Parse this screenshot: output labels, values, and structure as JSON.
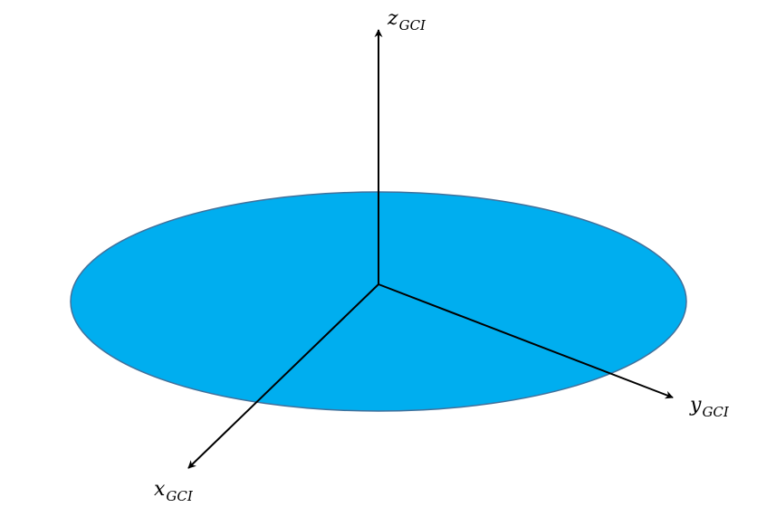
{
  "diagram": {
    "disk_color": "#00AEEF",
    "disk_stroke_color": "#41719C",
    "axis_color": "#000000",
    "axes": {
      "z": {
        "base": "z",
        "subscript": "GCI"
      },
      "y": {
        "base": "y",
        "subscript": "GCI"
      },
      "x": {
        "base": "x",
        "subscript": "GCI"
      }
    }
  }
}
